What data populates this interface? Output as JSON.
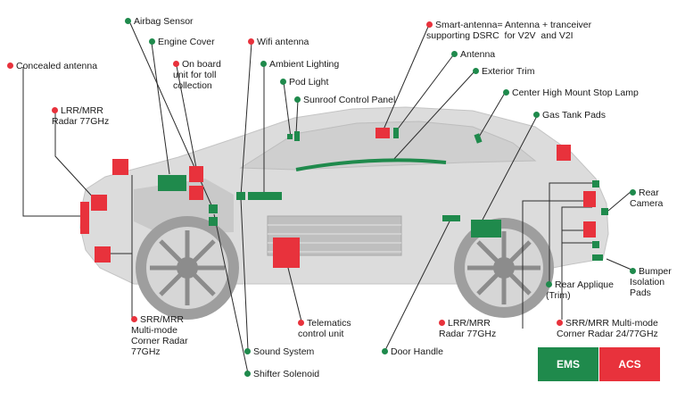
{
  "colors": {
    "ems": "#1f8a4c",
    "acs": "#e8323c",
    "car_body": "#d9d9d9",
    "line": "#2b2b2b"
  },
  "legend": {
    "ems": "EMS",
    "acs": "ACS"
  },
  "labels": {
    "airbag_sensor": "Airbag Sensor",
    "engine_cover": "Engine Cover",
    "onboard_unit": "On board\nunit for toll\ncollection",
    "wifi_antenna": "Wifi antenna",
    "ambient_lighting": "Ambient Lighting",
    "pod_light": "Pod Light",
    "sunroof_control_panel": "Sunroof Control Panel",
    "concealed_antenna": "Concealed antenna",
    "lrr_mrr_front": "LRR/MRR\nRadar 77GHz",
    "smart_antenna": "Smart-antenna= Antenna + tranceiver\nsupporting DSRC  for V2V  and V2I",
    "antenna": "Antenna",
    "exterior_trim": "Exterior Trim",
    "chmsl": "Center High Mount Stop Lamp",
    "gas_tank_pads": "Gas Tank Pads",
    "rear_camera": "Rear\nCamera",
    "bumper_isolation_pads": "Bumper\nIsolation\nPads",
    "rear_applique": "Rear Applique\n(Trim)",
    "lrr_mrr_rear": "LRR/MRR\nRadar 77GHz",
    "srr_mrr_rear": "SRR/MRR Multi-mode\nCorner Radar 24/77GHz",
    "srr_mrr_front": "SRR/MRR\nMulti-mode\nCorner Radar\n77GHz",
    "telematics": "Telematics\ncontrol unit",
    "sound_system": "Sound System",
    "door_handle": "Door Handle",
    "shifter_solenoid": "Shifter Solenoid"
  }
}
